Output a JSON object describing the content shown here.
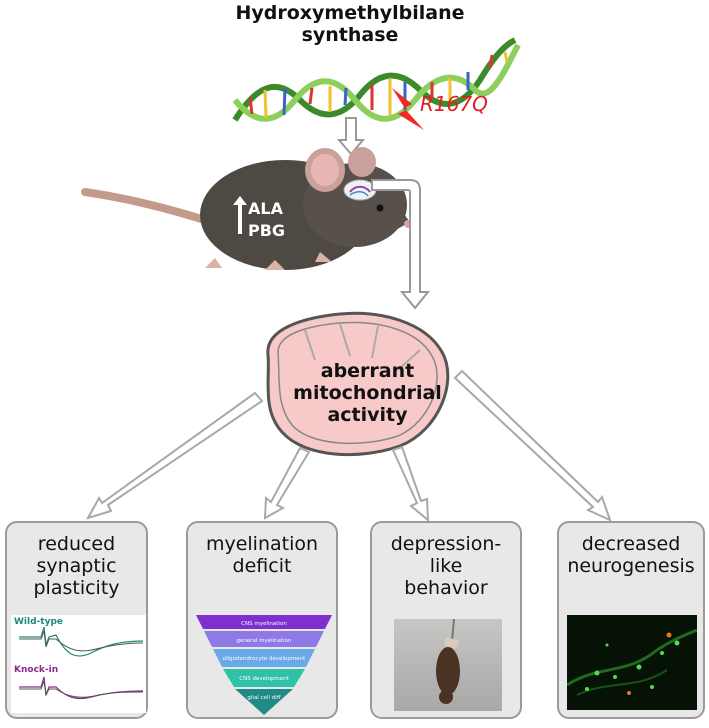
{
  "title": {
    "line1": "Hydroxymethylbilane",
    "line2": "synthase"
  },
  "mutation": "R167Q",
  "mouse": {
    "up_arrow": "↑",
    "metabolite1": "ALA",
    "metabolite2": "PBG"
  },
  "mitochondria": {
    "line1": "aberrant",
    "line2": "mitochondrial",
    "line3": "activity"
  },
  "panels": [
    {
      "title_lines": [
        "reduced",
        "synaptic",
        "plasticity"
      ],
      "trace_labels": [
        "Wild-type",
        "Knock-in"
      ]
    },
    {
      "title_lines": [
        "myelination",
        "deficit"
      ],
      "pyramid": [
        "CNS myelination",
        "general myelination",
        "oligodendrocyte development",
        "CNS development",
        "glial cell diff"
      ]
    },
    {
      "title_lines": [
        "depression-",
        "like",
        "behavior"
      ]
    },
    {
      "title_lines": [
        "decreased",
        "neurogenesis"
      ]
    }
  ],
  "colors": {
    "mutation": "#e0201c",
    "mito_fill": "#f7c9c9",
    "wildtype": "#1a8a7a",
    "knockin": "#8a2a8a"
  }
}
